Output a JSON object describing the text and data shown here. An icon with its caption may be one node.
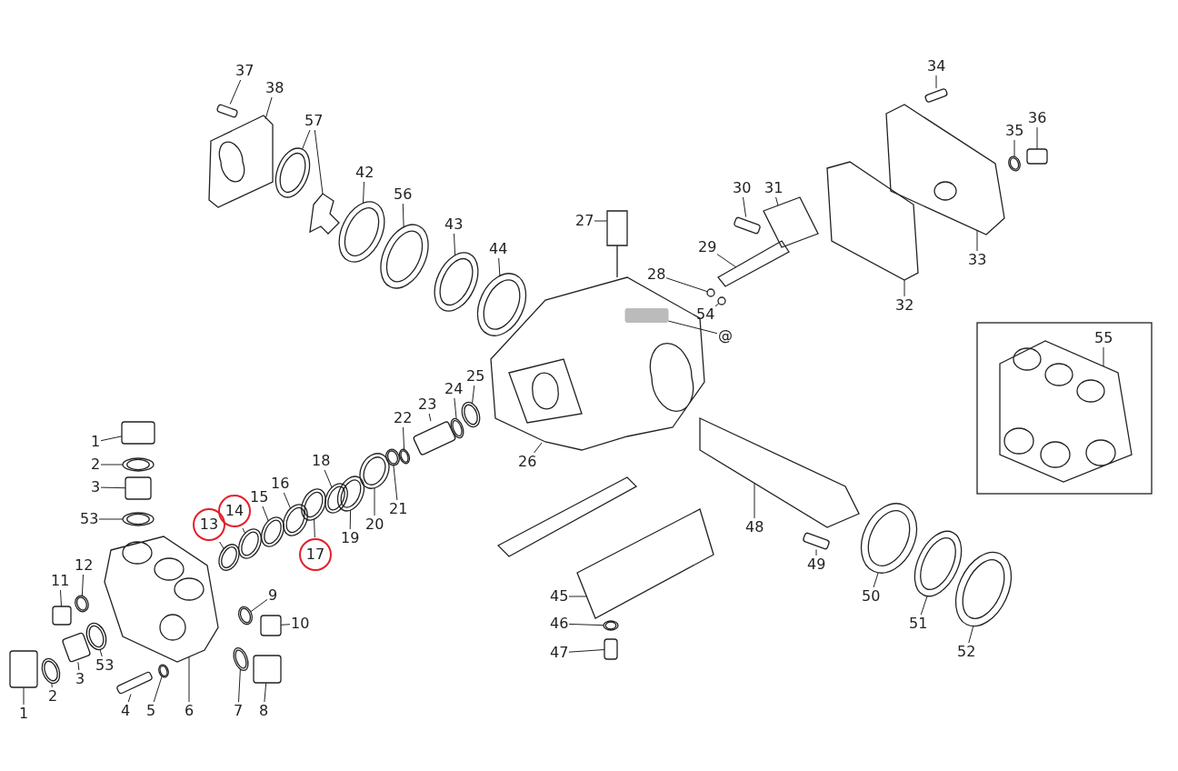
{
  "diagram": {
    "nodes": [
      {
        "text": [
          "37"
        ]
      },
      {
        "text": [
          "38"
        ]
      },
      {
        "text": [
          "57"
        ]
      },
      {
        "text": [
          "42"
        ]
      },
      {
        "text": [
          "56"
        ]
      },
      {
        "text": [
          "43"
        ]
      },
      {
        "text": [
          "44"
        ]
      },
      {
        "text": [
          "27"
        ]
      },
      {
        "text": [
          "30"
        ]
      },
      {
        "text": [
          "31"
        ]
      },
      {
        "text": [
          "29"
        ]
      },
      {
        "text": [
          "28"
        ]
      },
      {
        "text": [
          "54"
        ]
      },
      {
        "text": [
          "@"
        ]
      },
      {
        "text": [
          "34"
        ]
      },
      {
        "text": [
          "35"
        ]
      },
      {
        "text": [
          "36"
        ]
      },
      {
        "text": [
          "33"
        ]
      },
      {
        "text": [
          "32"
        ]
      },
      {
        "text": [
          "55"
        ]
      },
      {
        "text": [
          "25"
        ]
      },
      {
        "text": [
          "24"
        ]
      },
      {
        "text": [
          "23"
        ]
      },
      {
        "text": [
          "22"
        ]
      },
      {
        "text": [
          "26"
        ]
      },
      {
        "text": [
          "1"
        ]
      },
      {
        "text": [
          "2"
        ]
      },
      {
        "text": [
          "3"
        ]
      },
      {
        "text": [
          "18"
        ]
      },
      {
        "text": [
          "16"
        ]
      },
      {
        "text": [
          "15"
        ]
      },
      {
        "text": [
          "14"
        ]
      },
      {
        "text": [
          "13"
        ]
      },
      {
        "text": [
          "21"
        ]
      },
      {
        "text": [
          "53"
        ]
      },
      {
        "text": [
          "20"
        ]
      },
      {
        "text": [
          "19"
        ]
      },
      {
        "text": [
          "17"
        ]
      },
      {
        "text": [
          "48"
        ]
      },
      {
        "text": [
          "49"
        ]
      },
      {
        "text": [
          "12"
        ]
      },
      {
        "text": [
          "11"
        ]
      },
      {
        "text": [
          "9"
        ]
      },
      {
        "text": [
          "45"
        ]
      },
      {
        "text": [
          "50"
        ]
      },
      {
        "text": [
          "10"
        ]
      },
      {
        "text": [
          "46"
        ]
      },
      {
        "text": [
          "51"
        ]
      },
      {
        "text": [
          "47"
        ]
      },
      {
        "text": [
          "52"
        ]
      },
      {
        "text": [
          "53"
        ]
      },
      {
        "text": [
          "3"
        ]
      },
      {
        "text": [
          "2"
        ]
      },
      {
        "text": [
          "1"
        ]
      },
      {
        "text": [
          "4"
        ]
      },
      {
        "text": [
          "5"
        ]
      },
      {
        "text": [
          "6"
        ]
      },
      {
        "text": [
          "7"
        ]
      },
      {
        "text": [
          "8"
        ]
      },
      {
        "text": [],
        "shape": "box"
      },
      {
        "text": [],
        "shape": "picture"
      },
      {
        "text": [],
        "shape": "ring"
      },
      {
        "text": [],
        "shape": "picture"
      },
      {
        "text": [],
        "shape": "ring"
      },
      {
        "text": [],
        "shape": "ring"
      },
      {
        "text": [],
        "shape": "ring"
      },
      {
        "text": [],
        "shape": "ring"
      },
      {
        "text": [],
        "shape": "picture"
      },
      {
        "text": [],
        "shape": "box"
      },
      {
        "text": [],
        "shape": "picture"
      },
      {
        "text": [],
        "shape": "picture"
      },
      {
        "text": [],
        "shape": "circle"
      },
      {
        "text": [],
        "shape": "circle"
      },
      {
        "text": [],
        "shape": "box",
        "in": 84
      },
      {
        "text": [],
        "shape": "box"
      },
      {
        "text": [],
        "shape": "ring"
      },
      {
        "text": [],
        "shape": "box"
      },
      {
        "text": [],
        "shape": "picture"
      },
      {
        "text": [],
        "shape": "picture"
      },
      {
        "text": [],
        "shape": "picture"
      },
      {
        "text": [],
        "shape": "ring"
      },
      {
        "text": [],
        "shape": "ring"
      },
      {
        "text": [],
        "shape": "box"
      },
      {
        "text": [],
        "shape": "ring"
      },
      {
        "text": [],
        "shape": "picture"
      },
      {
        "text": [],
        "shape": "box"
      },
      {
        "text": [],
        "shape": "ring"
      },
      {
        "text": [],
        "shape": "box"
      },
      {
        "text": [],
        "shape": "ring"
      },
      {
        "text": [],
        "shape": "ring"
      },
      {
        "text": [],
        "shape": "ring"
      },
      {
        "text": [],
        "shape": "ring"
      },
      {
        "text": [],
        "shape": "ring"
      },
      {
        "text": [],
        "shape": "ring"
      },
      {
        "text": [],
        "shape": "ring"
      },
      {
        "text": [],
        "shape": "ring"
      },
      {
        "text": [],
        "shape": "ring"
      },
      {
        "text": [],
        "shape": "ring"
      },
      {
        "text": [],
        "shape": "picture"
      },
      {
        "text": [],
        "shape": "box"
      },
      {
        "text": [],
        "shape": "ring"
      },
      {
        "text": [],
        "shape": "box"
      },
      {
        "text": [],
        "shape": "ring"
      },
      {
        "text": [],
        "shape": "picture"
      },
      {
        "text": [],
        "shape": "ring"
      },
      {
        "text": [],
        "shape": "box"
      },
      {
        "text": [],
        "shape": "ring"
      },
      {
        "text": [],
        "shape": "ring"
      },
      {
        "text": [],
        "shape": "box"
      },
      {
        "text": [],
        "shape": "ring"
      },
      {
        "text": [],
        "shape": "ring"
      },
      {
        "text": [],
        "shape": "box"
      },
      {
        "text": [],
        "shape": "ring"
      },
      {
        "text": [],
        "shape": "box"
      },
      {
        "text": [],
        "shape": "box"
      },
      {
        "text": [],
        "shape": "ring"
      },
      {
        "text": [],
        "shape": "picture"
      },
      {
        "text": [],
        "shape": "ring"
      },
      {
        "text": [],
        "shape": "box"
      },
      {
        "text": [],
        "shape": "picture"
      }
    ],
    "edges": [
      {
        "from": 0,
        "to": 59,
        "arrow": "none"
      },
      {
        "from": 1,
        "to": 60,
        "arrow": "none"
      },
      {
        "from": 2,
        "to": 61,
        "arrow": "none"
      },
      {
        "from": 2,
        "to": 62,
        "arrow": "none"
      },
      {
        "from": 3,
        "to": 63,
        "arrow": "none"
      },
      {
        "from": 4,
        "to": 64,
        "arrow": "none"
      },
      {
        "from": 5,
        "to": 65,
        "arrow": "none"
      },
      {
        "from": 6,
        "to": 66,
        "arrow": "none"
      },
      {
        "from": 7,
        "to": 67,
        "arrow": "none"
      },
      {
        "from": 8,
        "to": 68,
        "arrow": "none"
      },
      {
        "from": 9,
        "to": 69,
        "arrow": "none"
      },
      {
        "from": 10,
        "to": 70,
        "arrow": "none"
      },
      {
        "from": 11,
        "to": 71,
        "arrow": "none"
      },
      {
        "from": 12,
        "to": 72,
        "arrow": "none"
      },
      {
        "from": 13,
        "to": 73,
        "arrow": "none"
      },
      {
        "from": 14,
        "to": 74,
        "arrow": "none"
      },
      {
        "from": 15,
        "to": 75,
        "arrow": "none"
      },
      {
        "from": 16,
        "to": 76,
        "arrow": "none"
      },
      {
        "from": 17,
        "to": 77,
        "arrow": "none"
      },
      {
        "from": 18,
        "to": 78,
        "arrow": "none"
      },
      {
        "from": 19,
        "to": 79,
        "arrow": "none"
      },
      {
        "from": 20,
        "to": 80,
        "arrow": "none"
      },
      {
        "from": 21,
        "to": 81,
        "arrow": "none"
      },
      {
        "from": 22,
        "to": 82,
        "arrow": "none"
      },
      {
        "from": 23,
        "to": 83,
        "arrow": "none"
      },
      {
        "from": 24,
        "to": 84,
        "arrow": "none"
      },
      {
        "from": 25,
        "to": 85,
        "arrow": "none"
      },
      {
        "from": 26,
        "to": 86,
        "arrow": "none"
      },
      {
        "from": 27,
        "to": 87,
        "arrow": "none"
      },
      {
        "from": 28,
        "to": 88,
        "arrow": "none"
      },
      {
        "from": 29,
        "to": 89,
        "arrow": "none"
      },
      {
        "from": 30,
        "to": 90,
        "arrow": "none"
      },
      {
        "from": 31,
        "to": 91,
        "arrow": "none"
      },
      {
        "from": 32,
        "to": 92,
        "arrow": "none"
      },
      {
        "from": 33,
        "to": 93,
        "arrow": "none"
      },
      {
        "from": 34,
        "to": 94,
        "arrow": "none"
      },
      {
        "from": 35,
        "to": 95,
        "arrow": "none"
      },
      {
        "from": 36,
        "to": 96,
        "arrow": "none"
      },
      {
        "from": 37,
        "to": 97,
        "arrow": "none"
      },
      {
        "from": 38,
        "to": 98,
        "arrow": "none"
      },
      {
        "from": 39,
        "to": 99,
        "arrow": "none"
      },
      {
        "from": 40,
        "to": 100,
        "arrow": "none"
      },
      {
        "from": 41,
        "to": 101,
        "arrow": "none"
      },
      {
        "from": 42,
        "to": 102,
        "arrow": "none"
      },
      {
        "from": 43,
        "to": 103,
        "arrow": "none"
      },
      {
        "from": 44,
        "to": 104,
        "arrow": "none"
      },
      {
        "from": 45,
        "to": 105,
        "arrow": "none"
      },
      {
        "from": 46,
        "to": 106,
        "arrow": "none"
      },
      {
        "from": 47,
        "to": 107,
        "arrow": "none"
      },
      {
        "from": 48,
        "to": 108,
        "arrow": "none"
      },
      {
        "from": 49,
        "to": 109,
        "arrow": "none"
      },
      {
        "from": 50,
        "to": 110,
        "arrow": "none"
      },
      {
        "from": 51,
        "to": 111,
        "arrow": "none"
      },
      {
        "from": 52,
        "to": 112,
        "arrow": "none"
      },
      {
        "from": 53,
        "to": 113,
        "arrow": "none"
      },
      {
        "from": 54,
        "to": 114,
        "arrow": "none"
      },
      {
        "from": 55,
        "to": 115,
        "arrow": "none"
      },
      {
        "from": 56,
        "to": 116,
        "arrow": "none"
      },
      {
        "from": 57,
        "to": 117,
        "arrow": "none"
      },
      {
        "from": 58,
        "to": 118,
        "arrow": "none"
      }
    ]
  }
}
